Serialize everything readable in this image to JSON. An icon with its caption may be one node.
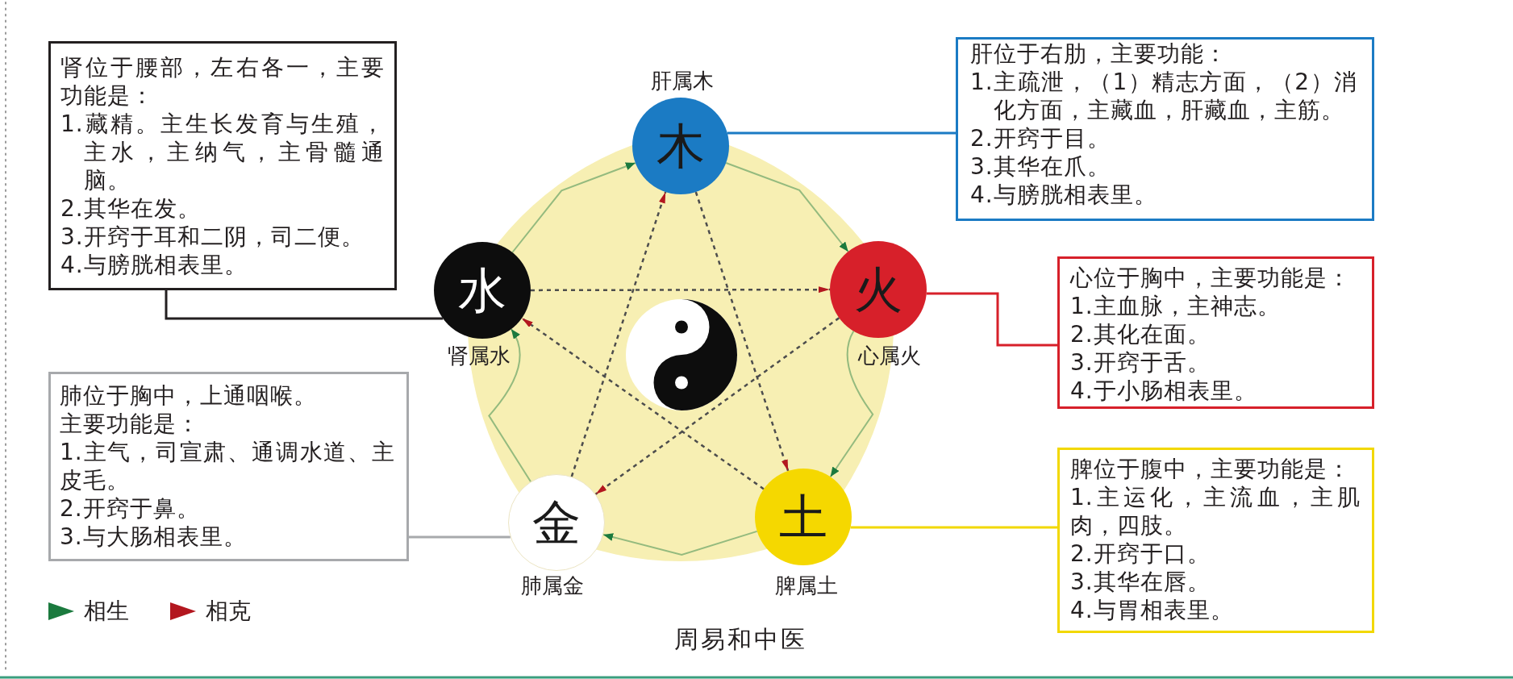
{
  "diagram": {
    "caption": "周易和中医",
    "nodes": [
      {
        "text": [
          "肾位于腰部，左右各一，主要功能是：",
          "1.藏精。主生长发育与生殖，主水，主纳气，主骨髓通脑。",
          "2.其华在发。",
          "3.开窍于耳和二阴，司二便。",
          "4.与膀胱相表里。"
        ]
      },
      {
        "text": [
          "木"
        ],
        "beside": [
          "肝属木"
        ]
      },
      {
        "text": [
          "肝位于右肋，主要功能：",
          "1.主疏泄，（1）精志方面，（2）消化方面，主藏血，肝藏血，主筋。",
          "2.开窍于目。",
          "3.其华在爪。",
          "4.与膀胱相表里。"
        ]
      },
      {
        "text": [
          "水"
        ],
        "beside": [
          "肾属水"
        ]
      },
      {
        "text": [
          "火"
        ],
        "beside": [
          "心属火"
        ]
      },
      {
        "text": [
          "心位于胸中，主要功能是：",
          "1.主血脉，主神志。",
          "2.其化在面。",
          "3.开窍于舌。",
          "4.于小肠相表里。"
        ]
      },
      {
        "text": [
          "肺位于胸中，上通咽喉。",
          "主要功能是：",
          "1.主气，司宣肃、通调水道、主皮毛。",
          "2.开窍于鼻。",
          "3.与大肠相表里。"
        ]
      },
      {
        "text": [
          "金"
        ],
        "beside": [
          "肺属金"
        ]
      },
      {
        "text": [
          "土"
        ],
        "beside": [
          "脾属土"
        ]
      },
      {
        "text": [
          "脾位于腹中，主要功能是：",
          "1.主运化，主流血，主肌肉，四肢。",
          "2.开窍于口。",
          "3.其华在唇。",
          "4.与胃相表里。"
        ]
      }
    ],
    "edges": [
      {
        "from": 0,
        "to": 3,
        "arrow": "none",
        "color": "#231f20"
      },
      {
        "from": 2,
        "to": 1,
        "arrow": "none",
        "color": "#1b7bc4"
      },
      {
        "from": 5,
        "to": 4,
        "arrow": "none",
        "color": "#d7202a"
      },
      {
        "from": 6,
        "to": 7,
        "arrow": "none",
        "color": "#a7a9ac"
      },
      {
        "from": 9,
        "to": 8,
        "arrow": "none",
        "color": "#f2d800"
      },
      {
        "from": 1,
        "to": 4,
        "arrow": "to",
        "color": "#1b7a3e"
      },
      {
        "from": 4,
        "to": 8,
        "arrow": "to",
        "color": "#1b7a3e"
      },
      {
        "from": 8,
        "to": 7,
        "arrow": "to",
        "color": "#1b7a3e"
      },
      {
        "from": 7,
        "to": 3,
        "arrow": "to",
        "color": "#1b7a3e"
      },
      {
        "from": 3,
        "to": 1,
        "arrow": "to",
        "color": "#1b7a3e"
      },
      {
        "from": 1,
        "to": 8,
        "arrow": "to",
        "style": "dashed",
        "color": "#4d4d4d"
      },
      {
        "from": 8,
        "to": 3,
        "arrow": "to",
        "style": "dashed",
        "color": "#4d4d4d"
      },
      {
        "from": 3,
        "to": 4,
        "arrow": "to",
        "style": "dashed",
        "color": "#4d4d4d"
      },
      {
        "from": 4,
        "to": 7,
        "arrow": "to",
        "style": "dashed",
        "color": "#4d4d4d"
      },
      {
        "from": 7,
        "to": 1,
        "arrow": "to",
        "style": "dashed",
        "color": "#4d4d4d"
      }
    ],
    "legend": [
      {
        "text": "相生",
        "color": "#1b7a3e"
      },
      {
        "text": "相克",
        "color": "#b3171f"
      }
    ]
  }
}
